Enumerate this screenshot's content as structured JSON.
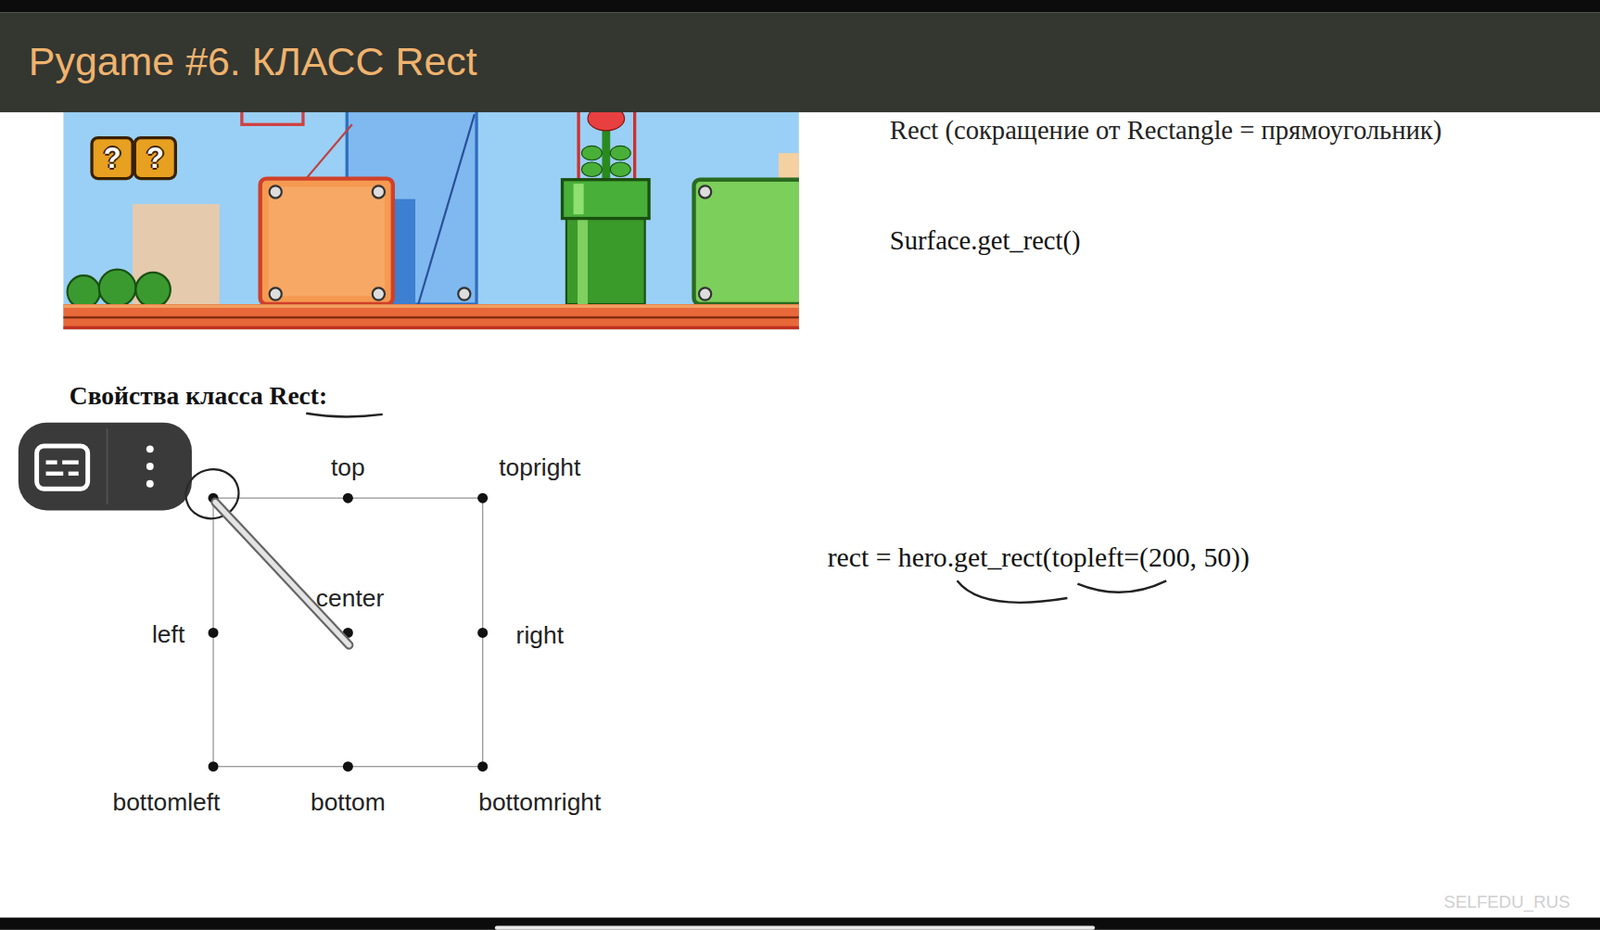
{
  "diagram": {
    "title": "Pygame #6. КЛАСС Rect",
    "labels": [
      "Rect (сокращение от Rectangle = прямоугольник)",
      "?",
      "?",
      "Surface.get_rect()",
      "Свойства класса Rect:",
      "top",
      "topright",
      "center",
      "left",
      "right",
      "bottomleft",
      "bottom",
      "bottomright",
      "rect = hero.get_rect(topleft=(200, 50))",
      "SELFEDU_RUS"
    ]
  }
}
